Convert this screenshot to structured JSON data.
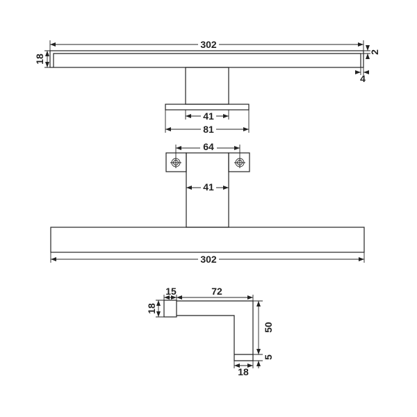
{
  "top_view": {
    "width_dim": "302",
    "height_dim": "18",
    "edge_dim": "2",
    "inset_dim": "4",
    "stem_dim": "41",
    "plate_dim": "81"
  },
  "front_view": {
    "hole_spacing_dim": "64",
    "stem_dim": "41",
    "width_dim": "302"
  },
  "side_view": {
    "mount_width_dim": "15",
    "arm_length_dim": "72",
    "mount_height_dim": "18",
    "drop_dim": "50",
    "foot_dim": "5",
    "arm_depth_dim": "18"
  }
}
